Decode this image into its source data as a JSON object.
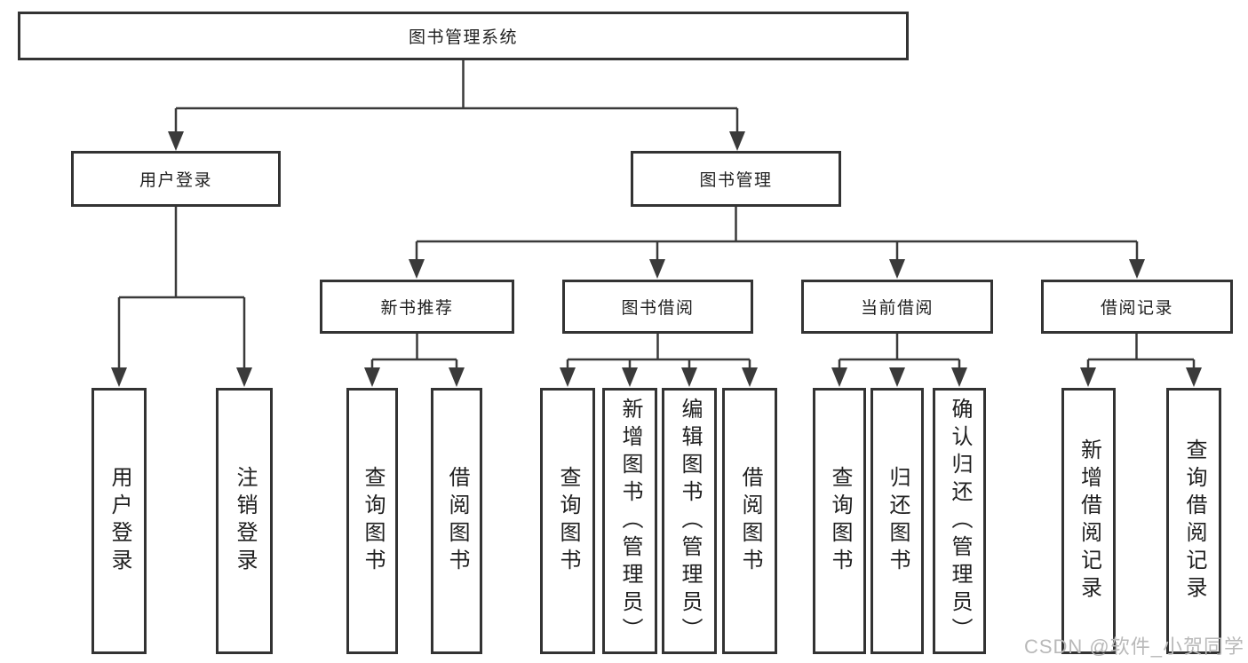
{
  "diagram": {
    "root": {
      "label": "图书管理系统"
    },
    "level2": {
      "user_login": {
        "label": "用户登录"
      },
      "book_management": {
        "label": "图书管理"
      }
    },
    "level3": {
      "new_book_recommendation": {
        "label": "新书推荐"
      },
      "book_borrowing": {
        "label": "图书借阅"
      },
      "current_borrowing": {
        "label": "当前借阅"
      },
      "borrowing_records": {
        "label": "借阅记录"
      }
    },
    "leaves": {
      "user_login": [
        "用户登录",
        "注销登录"
      ],
      "new_book_recommendation": [
        "查询图书",
        "借阅图书"
      ],
      "book_borrowing": [
        "查询图书",
        "新增图书（管理员）",
        "编辑图书（管理员）",
        "借阅图书"
      ],
      "current_borrowing": [
        "查询图书",
        "归还图书",
        "确认归还（管理员）"
      ],
      "borrowing_records": [
        "新增借阅记录",
        "查询借阅记录"
      ]
    }
  },
  "watermark": {
    "text": "CSDN @软件_小贺同学"
  },
  "colors": {
    "line": "#3a3a3a",
    "box_border": "#333333",
    "text": "#1f1f1f",
    "watermark": "#b9b9b9",
    "background": "#ffffff"
  }
}
